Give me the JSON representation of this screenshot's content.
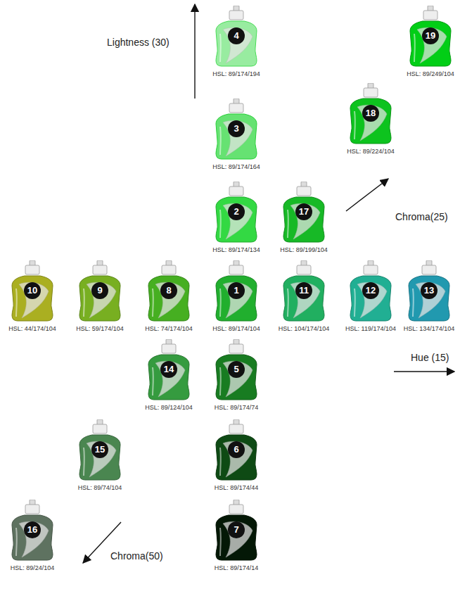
{
  "diagram": {
    "nodes": [
      {
        "text": [
          "4",
          "HSL: 89/174/194"
        ]
      },
      {
        "text": [
          "19",
          "HSL: 89/249/104"
        ]
      },
      {
        "text": [
          "3",
          "HSL: 89/174/164"
        ]
      },
      {
        "text": [
          "18",
          "HSL: 89/224/104"
        ]
      },
      {
        "text": [
          "2",
          "HSL: 89/174/134"
        ]
      },
      {
        "text": [
          "17",
          "HSL: 89/199/104"
        ]
      },
      {
        "text": [
          "10",
          "HSL: 44/174/104"
        ]
      },
      {
        "text": [
          "9",
          "HSL: 59/174/104"
        ]
      },
      {
        "text": [
          "8",
          "HSL: 74/174/104"
        ]
      },
      {
        "text": [
          "1",
          "HSL: 89/174/104"
        ]
      },
      {
        "text": [
          "11",
          "HSL: 104/174/104"
        ]
      },
      {
        "text": [
          "12",
          "HSL: 119/174/104"
        ]
      },
      {
        "text": [
          "13",
          "HSL: 134/174/104"
        ]
      },
      {
        "text": [
          "14",
          "HSL: 89/124/104"
        ]
      },
      {
        "text": [
          "5",
          "HSL: 89/174/74"
        ]
      },
      {
        "text": [
          "15",
          "HSL: 89/74/104"
        ]
      },
      {
        "text": [
          "6",
          "HSL: 89/174/44"
        ]
      },
      {
        "text": [
          "16",
          "HSL: 89/24/104"
        ]
      },
      {
        "text": [
          "7",
          "HSL: 89/174/14"
        ]
      }
    ],
    "labels": [
      "Lightness (30)",
      "Chroma(25)",
      "Hue (15)",
      "Chroma(50)"
    ]
  }
}
